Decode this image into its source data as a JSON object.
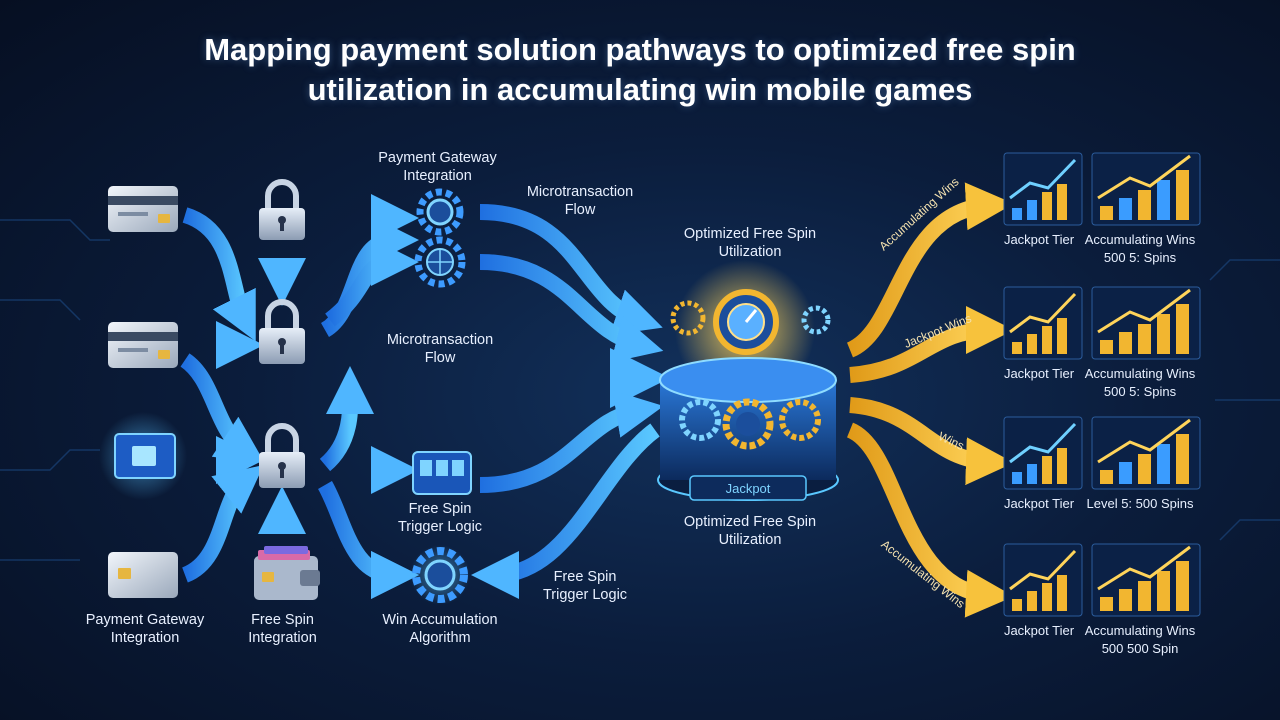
{
  "title": {
    "line1": "Mapping payment solution pathways to optimized free spin",
    "line2": "utilization in accumulating win mobile games"
  },
  "nodes": {
    "payment_gateway_top": [
      "Payment Gateway",
      "Integration"
    ],
    "microtransaction_top": [
      "Microtransaction",
      "Flow"
    ],
    "microtransaction_mid": [
      "Microtransaction",
      "Flow"
    ],
    "optimized_top": [
      "Optimized Free Spin",
      "Utilization"
    ],
    "optimized_bottom": [
      "Optimized Free Spin",
      "Utilization"
    ],
    "hub_badge": "Jackpot",
    "free_spin_trigger_mid": [
      "Free Spin",
      "Trigger Logic"
    ],
    "free_spin_trigger_right": [
      "Free Spin",
      "Trigger Logic"
    ],
    "payment_gateway_bottom": [
      "Payment Gateway",
      "Integration"
    ],
    "free_spin_integration": [
      "Free Spin",
      "Integration"
    ],
    "win_accumulation": [
      "Win Accumulation",
      "Algorithm"
    ]
  },
  "arrow_labels": {
    "a1": "Accumulating Wins",
    "a2": "Jackpot Wins",
    "a3": "Wins",
    "a4": "Accumulating Wins"
  },
  "outcomes": [
    {
      "tier": "Jackpot Tier",
      "detail": [
        "Accumulating Wins",
        "500 5: Spins"
      ]
    },
    {
      "tier": "Jackpot Tier",
      "detail": [
        "Accumulating Wins",
        "500 5: Spins"
      ]
    },
    {
      "tier": "Jackpot Tier",
      "detail": [
        "Level 5: 500 Spins"
      ]
    },
    {
      "tier": "Jackpot Tier",
      "detail": [
        "Accumulating Wins",
        "500 500 Spin"
      ]
    }
  ],
  "colors": {
    "blue_arrow": "#2f8fff",
    "blue_light": "#6fd0ff",
    "gold_arrow": "#f2b630",
    "background": "#0b1d3c"
  },
  "icons": [
    "credit-card-icon",
    "lock-icon",
    "gear-icon",
    "wallet-icon",
    "chip-icon",
    "slot-machine-icon",
    "jackpot-hub-icon",
    "bar-chart-icon"
  ]
}
